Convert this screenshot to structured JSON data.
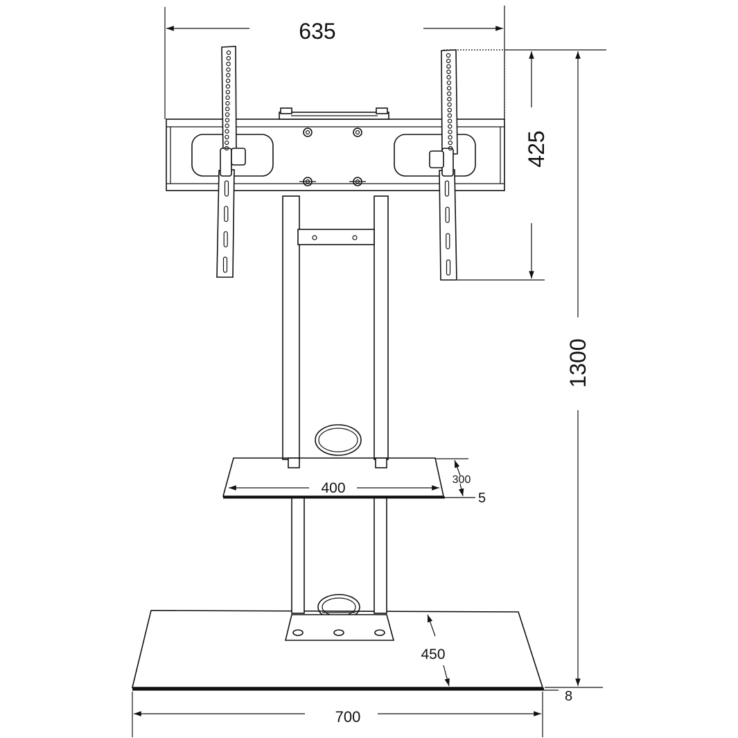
{
  "dimensions": {
    "mount_width": "635",
    "mount_height": "425",
    "total_height": "1300",
    "shelf_width": "400",
    "shelf_depth": "300",
    "shelf_thickness": "5",
    "base_depth": "450",
    "base_width": "700",
    "base_thickness": "8"
  }
}
